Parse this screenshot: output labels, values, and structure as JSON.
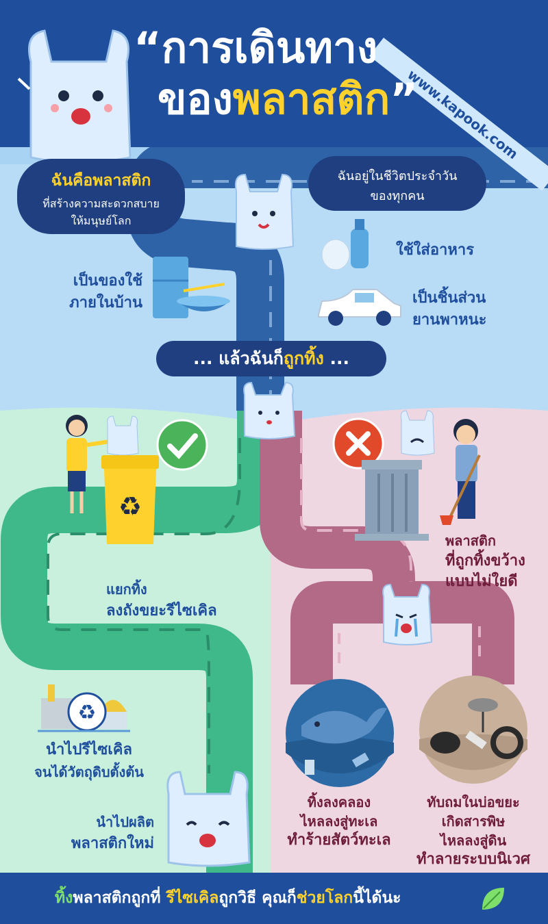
{
  "watermark": "www.kapook.com",
  "title": {
    "line1": "“การเดินทาง",
    "line2_prefix": "ของ",
    "line2_highlight": "พลาสติก",
    "line2_suffix": "”"
  },
  "intro_bubble": {
    "headline": "ฉันคือพลาสติก",
    "line1": "ที่สร้างความสะดวกสบาย",
    "line2": "ให้มนุษย์โลก"
  },
  "daily_bubble": {
    "line1": "ฉันอยู่ในชีวิตประจำวัน",
    "line2": "ของทุกคน"
  },
  "uses": {
    "food": "ใช้ใส่อาหาร",
    "home_line1_prefix": "เป็น",
    "home_line1_bold": "ของใช้",
    "home_line2": "ภายในบ้าน",
    "vehicle_line1": "เป็นชิ้นส่วน",
    "vehicle_line2": "ยานพาหนะ"
  },
  "thrown_banner": {
    "prefix": "... แล้วฉันก็",
    "highlight": "ถูกทิ้ง",
    "suffix": " ..."
  },
  "good_path": {
    "sort_line1": "แยกทิ้ง",
    "sort_line2": "ลงถังขยะรีไซเคิล",
    "recycle_line1": "นำไปรีไซเคิล",
    "recycle_line2": "จนได้วัตถุดิบตั้งต้น",
    "produce_line1": "นำไปผลิต",
    "produce_line2": "พลาสติกใหม่"
  },
  "bad_path": {
    "litter_line1": "พลาสติก",
    "litter_line2": "ที่ถูกทิ้งขว้าง",
    "litter_line3": "แบบไม่ใยดี",
    "sea_line1": "ทิ้งลงคลอง",
    "sea_line2": "ไหลลงสู่ทะเล",
    "sea_line3": "ทำร้ายสัตว์ทะเล",
    "land_line1": "ทับถมในบ่อขยะ",
    "land_line2": "เกิดสารพิษ",
    "land_line3": "ไหลลงสู่ดิน",
    "land_line4": "ทำลายระบบนิเวศ"
  },
  "footer": {
    "p1": "ทิ้ง",
    "p2": "พลาสติกถูกที่ ",
    "p3": "รีไซเคิล",
    "p4": "ถูกวิธี คุณก็",
    "p5": "ช่วยโลก",
    "p6": "นี้ได้นะ"
  },
  "colors": {
    "header_blue": "#1f4f9c",
    "sky_blue": "#b9dcf6",
    "road_blue": "#2f63a8",
    "green_bg": "#c9f0dd",
    "green_road": "#3fb88a",
    "pink_bg": "#efd7e1",
    "pink_road": "#b26a87",
    "yellow": "#ffd12c"
  }
}
